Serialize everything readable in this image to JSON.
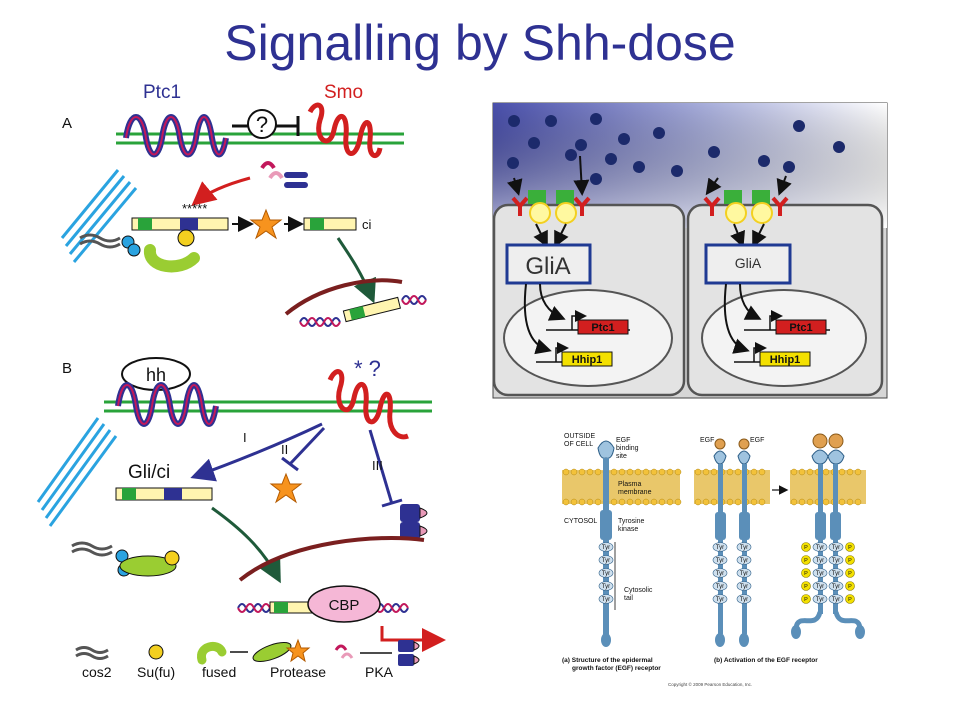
{
  "title": "Signalling by Shh-dose",
  "panel_left": {
    "ptc1_label": "Ptc1",
    "smo_label": "Smo",
    "section_a": "A",
    "section_b": "B",
    "question_mark": "?",
    "stars": "*****",
    "ci_label": "ci",
    "hh_label": "hh",
    "smo_mark": "* ?",
    "path_i": "I",
    "path_ii": "II",
    "path_iii": "III",
    "gli_ci_label": "Gli/ci",
    "cbp_label": "CBP",
    "legend": [
      "cos2",
      "Su(fu)",
      "fused",
      "Protease",
      "PKA"
    ]
  },
  "panel_cells": {
    "glia_left": "GliA",
    "glia_right": "GliA",
    "ptc1_left": "Ptc1",
    "ptc1_right": "Ptc1",
    "hhip1_left": "Hhip1",
    "hhip1_right": "Hhip1"
  },
  "panel_egf": {
    "outside": "OUTSIDE\nOF CELL",
    "egf_binding": "EGF\nbinding\nsite",
    "plasma_membrane": "Plasma\nmembrane",
    "cytosol": "CYTOSOL",
    "tyrosine_kinase": "Tyrosine\nkinase",
    "cytosolic_tail": "Cytosolic\ntail",
    "egf_left": "EGF",
    "egf_right": "EGF",
    "tyr": "Tyr",
    "p": "P",
    "caption_a": "(a) Structure of the epidermal\ngrowth factor (EGF) receptor",
    "caption_b": "(b) Activation of the EGF receptor",
    "copyright": "Copyright © 2009 Pearson Education, Inc."
  },
  "colors": {
    "title": "#2e3192",
    "ptc1": "#2e3192",
    "smo": "#d21f1f",
    "membrane": "#29a33a",
    "gradient": "#5a60b6",
    "box": "#1f3a93"
  }
}
